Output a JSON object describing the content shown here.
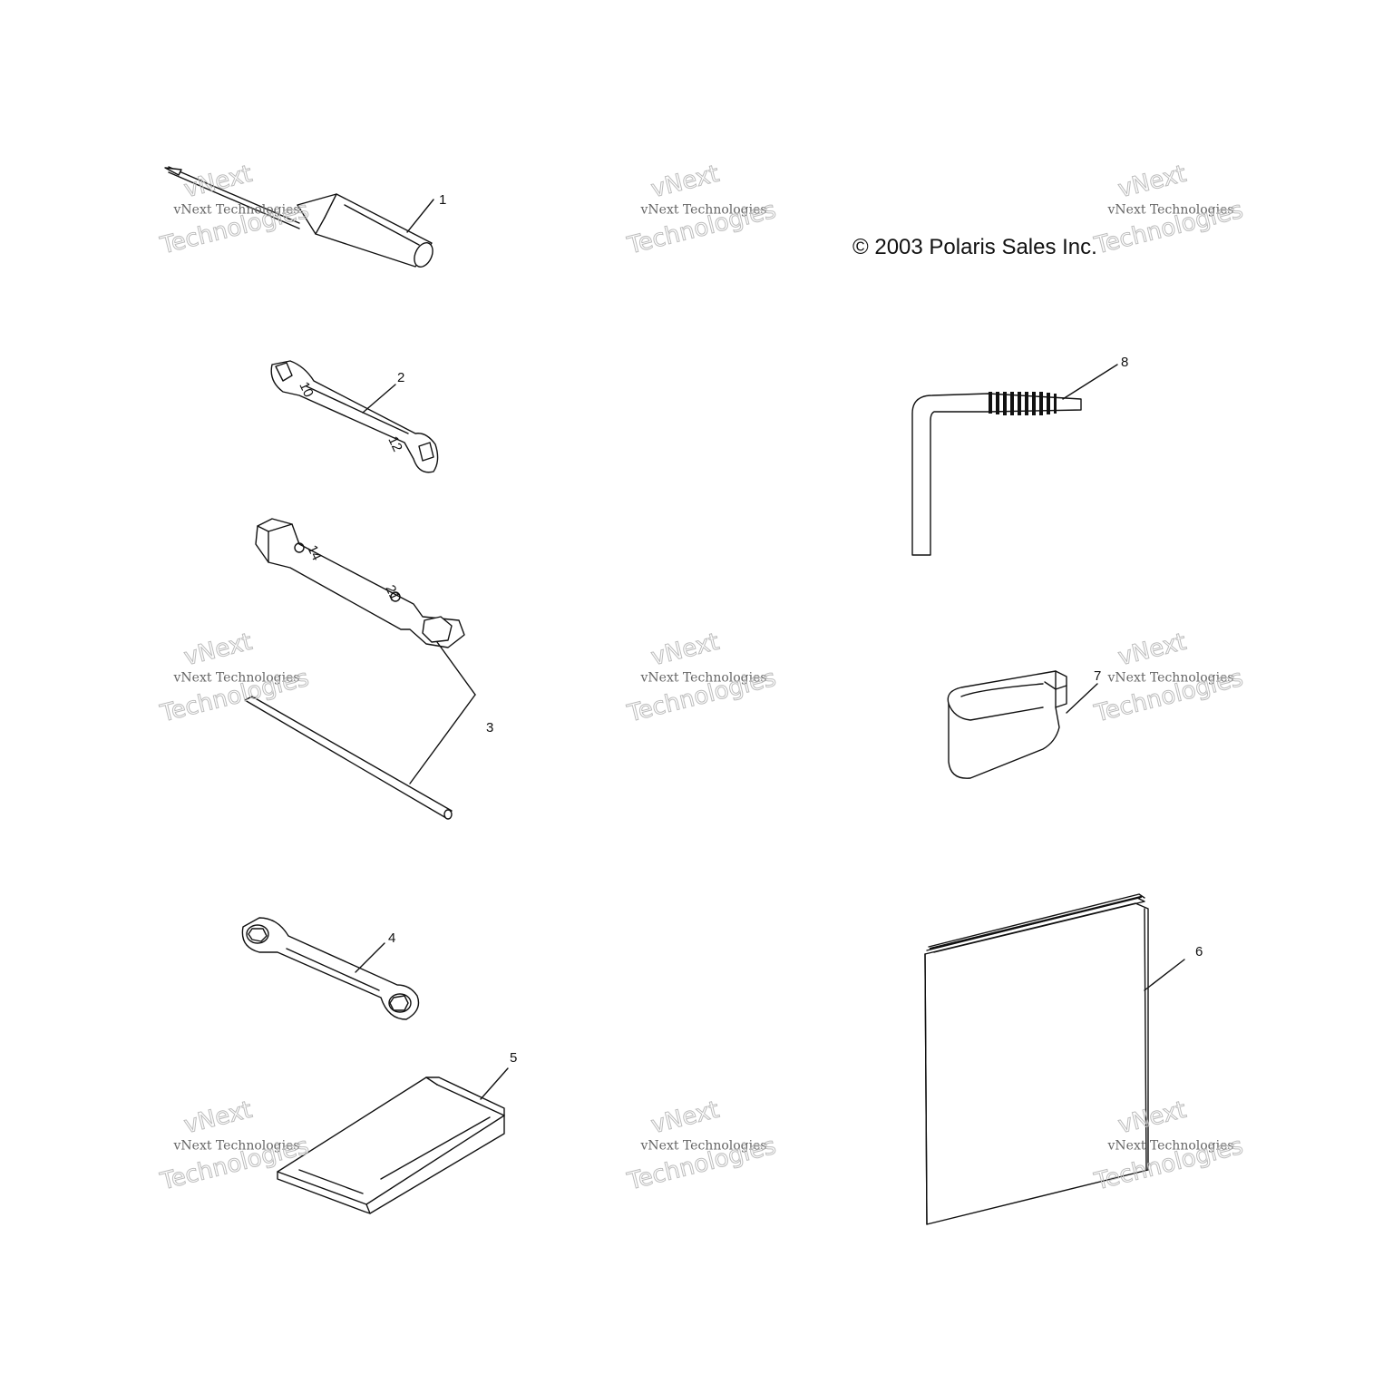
{
  "copyright": "© 2003 Polaris Sales Inc.",
  "watermark": {
    "line1": "vNext",
    "line2": "vNext Technologies",
    "line3": "Technologies"
  },
  "callouts": {
    "screwdriver": "1",
    "open_end_wrench": "2",
    "socket_wrench": "3",
    "box_wrench": "4",
    "pouch": "5",
    "manual": "6",
    "strap": "7",
    "allen_key": "8"
  },
  "wrench_markings": {
    "open_end_small": "10",
    "open_end_large": "12",
    "socket_small": "14",
    "socket_large": "21"
  }
}
